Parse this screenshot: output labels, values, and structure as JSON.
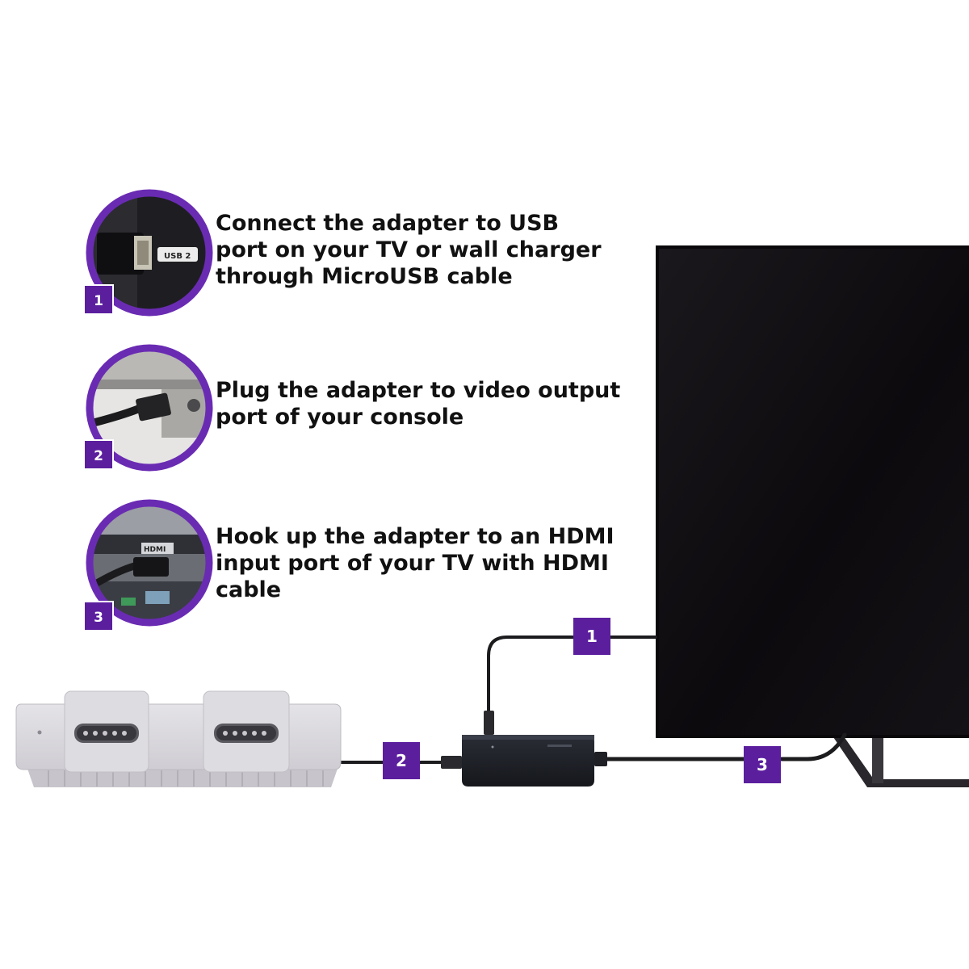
{
  "steps": [
    {
      "number": "1",
      "lines": [
        "Connect the adapter to USB",
        "port on your TV or wall charger",
        "through MicroUSB cable"
      ],
      "photo_label": "USB 2"
    },
    {
      "number": "2",
      "lines": [
        "Plug the adapter to video output",
        "port of your console"
      ]
    },
    {
      "number": "3",
      "lines": [
        "Hook up the adapter to an HDMI",
        "input port of your TV with HDMI",
        "cable"
      ],
      "photo_label": "HDMI"
    }
  ],
  "diagram_labels": {
    "usb_cable": "1",
    "console_cable": "2",
    "hdmi_cable": "3"
  },
  "colors": {
    "accent": "#5b1f9e",
    "ring": "#6a2bb3",
    "tv": "#0d0b0e",
    "console": "#d7d5da"
  }
}
